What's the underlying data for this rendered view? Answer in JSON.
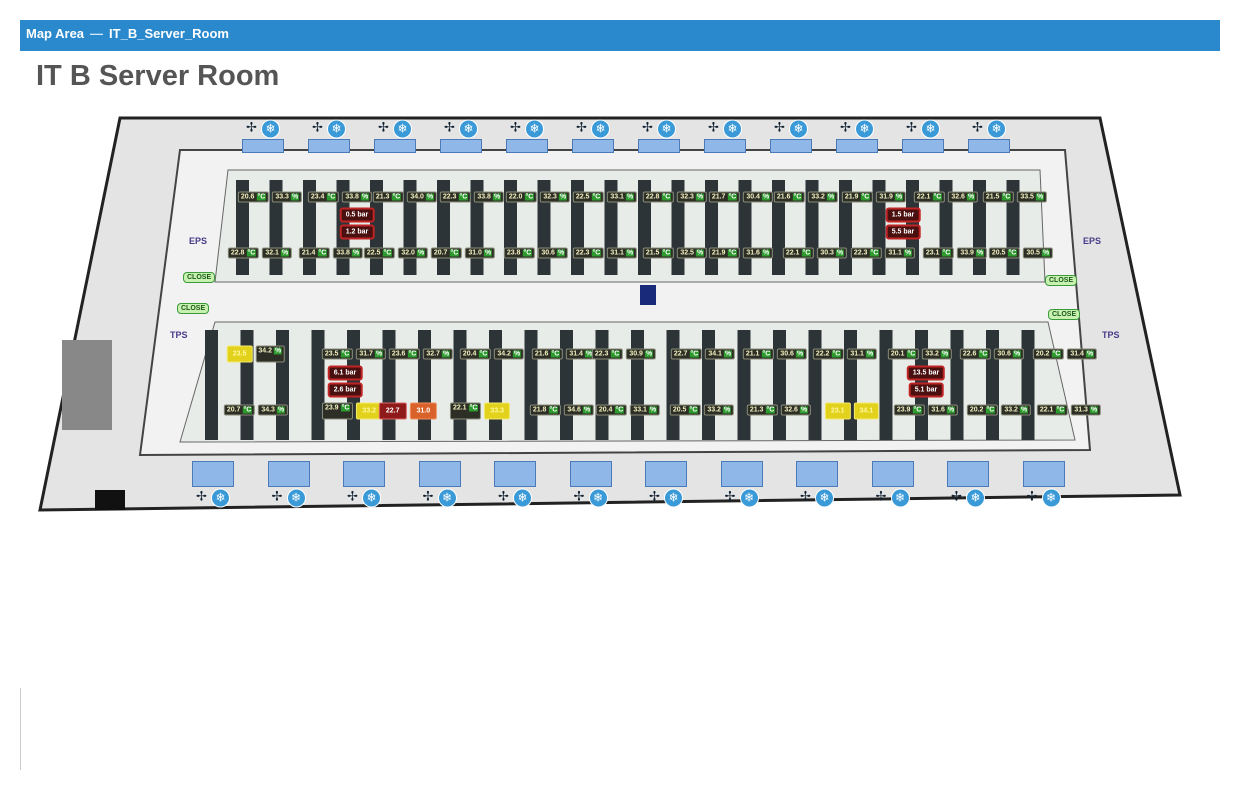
{
  "header": {
    "section": "Map Area",
    "separator": "—",
    "room_id": "IT_B_Server_Room"
  },
  "title": "IT B Server Room",
  "labels": {
    "eps": "EPS",
    "tps": "TPS",
    "close": "CLOSE"
  },
  "units": {
    "temp": "°C",
    "hum": "%"
  },
  "sensors": {
    "top_a": [
      [
        "20.6",
        "33.3"
      ],
      [
        "23.4",
        "33.8"
      ],
      [
        "21.3",
        "34.0"
      ],
      [
        "22.3",
        "33.8"
      ],
      [
        "22.0",
        "32.3"
      ],
      [
        "22.5",
        "33.1"
      ],
      [
        "22.8",
        "32.3"
      ],
      [
        "21.7",
        "30.4"
      ],
      [
        "21.6",
        "33.2"
      ],
      [
        "21.9",
        "31.9"
      ],
      [
        "22.1",
        "32.6"
      ],
      [
        "21.5",
        "33.5"
      ]
    ],
    "top_b": [
      [
        "22.8",
        "32.1"
      ],
      [
        "21.4",
        "33.8"
      ],
      [
        "22.5",
        "32.0"
      ],
      [
        "20.7",
        "31.0"
      ],
      [
        "23.8",
        "30.6"
      ],
      [
        "22.3",
        "31.1"
      ],
      [
        "21.5",
        "32.5"
      ],
      [
        "21.9",
        "31.6"
      ],
      [
        "22.1",
        "30.3"
      ],
      [
        "22.3",
        "31.1"
      ],
      [
        "23.1",
        "33.9"
      ],
      [
        "20.5",
        "30.5"
      ]
    ],
    "bottom_a": [
      [
        "23.5",
        "34.2",
        "warn",
        ""
      ],
      [
        "23.5",
        "31.7",
        "",
        ""
      ],
      [
        "23.6",
        "32.7",
        "",
        ""
      ],
      [
        "20.4",
        "34.2",
        "",
        ""
      ],
      [
        "21.6",
        "31.4",
        "",
        ""
      ],
      [
        "22.3",
        "30.9",
        "",
        ""
      ],
      [
        "22.7",
        "34.1",
        "",
        ""
      ],
      [
        "21.1",
        "30.6",
        "",
        ""
      ],
      [
        "22.2",
        "31.1",
        "",
        ""
      ],
      [
        "20.1",
        "33.2",
        "",
        ""
      ],
      [
        "22.6",
        "30.6",
        "",
        ""
      ],
      [
        "20.2",
        "31.4",
        "",
        ""
      ]
    ],
    "bottom_b": [
      [
        "20.7",
        "34.3",
        "",
        ""
      ],
      [
        "23.9",
        "33.2",
        "",
        "warn"
      ],
      [
        "22.7",
        "31.0",
        "crit",
        "hot"
      ],
      [
        "22.1",
        "33.3",
        "",
        "warn"
      ],
      [
        "21.8",
        "34.6",
        "",
        ""
      ],
      [
        "20.4",
        "33.1",
        "",
        ""
      ],
      [
        "20.5",
        "33.2",
        "",
        ""
      ],
      [
        "21.3",
        "32.6",
        "",
        ""
      ],
      [
        "23.1",
        "34.1",
        "warn",
        "warn"
      ],
      [
        "23.9",
        "31.6",
        "",
        ""
      ],
      [
        "20.2",
        "33.2",
        "",
        ""
      ],
      [
        "22.1",
        "31.3",
        "",
        ""
      ]
    ]
  },
  "pressure": [
    [
      "0.5 bar",
      "1.2 bar"
    ],
    [
      "1.5 bar",
      "5.5 bar"
    ],
    [
      "6.1 bar",
      "2.6 bar"
    ],
    [
      "13.5 bar",
      "5.1 bar"
    ]
  ],
  "icons": {
    "fan": "fan-icon",
    "cooling": "snowflake-icon"
  },
  "colors": {
    "header": "#2a88cc",
    "alarm": "#c02424",
    "warning": "#e3d21c",
    "ok": "#2c9a2c"
  }
}
